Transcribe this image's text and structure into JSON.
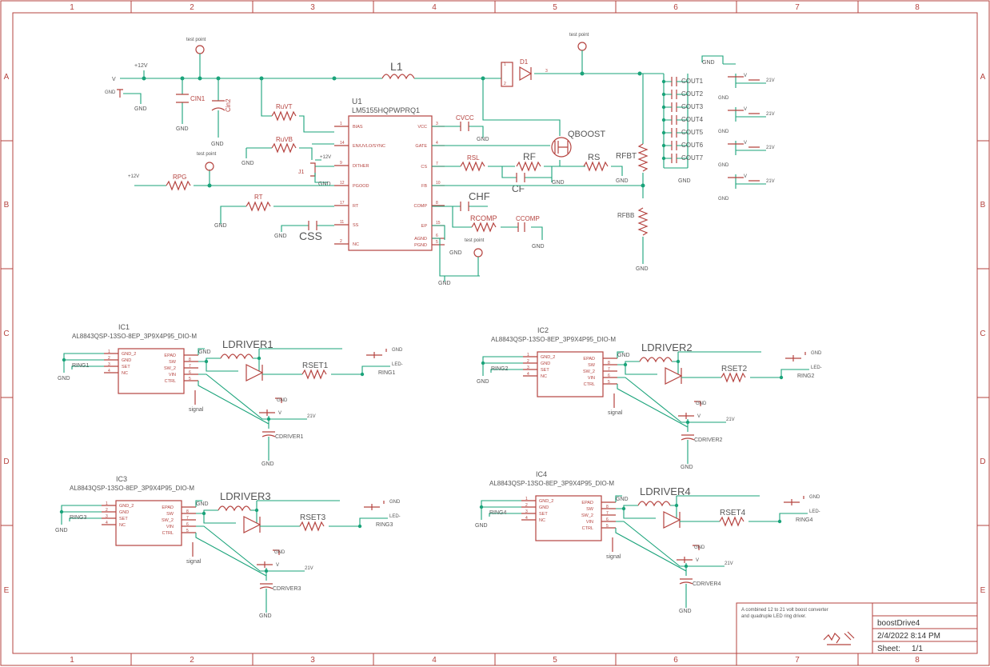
{
  "frame": {
    "columns": [
      "1",
      "2",
      "3",
      "4",
      "5",
      "6",
      "7",
      "8"
    ],
    "rows": [
      "A",
      "B",
      "C",
      "D",
      "E"
    ]
  },
  "labels": {
    "test_point": "test point",
    "gnd": "GND",
    "v12": "+12V",
    "v21": "21V",
    "v_sym": "V",
    "led_minus": "LED-",
    "signal": "signal"
  },
  "top": {
    "l1": "L1",
    "d1": "D1",
    "u1_name": "U1",
    "u1_part": "LM5155HQPWPRQ1",
    "u1_pins_left": [
      "BIAS",
      "EN/UVLO/SYNC",
      "DITHER",
      "PGOOD",
      "RT",
      "SS",
      "NC"
    ],
    "u1_pinnum_left": [
      "1",
      "14",
      "9",
      "12",
      "17",
      "11",
      "2"
    ],
    "u1_pins_right": [
      "VCC",
      "GATE",
      "CS",
      "FB",
      "COMP",
      "EP",
      "AGND",
      "PGND"
    ],
    "u1_pinnum_right": [
      "3",
      "4",
      "7",
      "10",
      "8",
      "15",
      "6",
      "5"
    ],
    "cin1": "CIN1",
    "cin2": "Cin2",
    "ruvt": "RuVT",
    "ruvb": "RuVB",
    "j1": "J1",
    "rpg": "RPG",
    "rt": "RT",
    "css": "CSS",
    "cvcc": "CVCC",
    "rsl": "RSL",
    "rf": "RF",
    "cf": "CF",
    "rs": "RS",
    "qboost": "QBOOST",
    "chf": "CHF",
    "rcomp": "RCOMP",
    "ccomp": "CCOMP",
    "rfbt": "RFBT",
    "rfbb": "RFBB",
    "couts": [
      "COUT1",
      "COUT2",
      "COUT3",
      "COUT4",
      "COUT5",
      "COUT6",
      "COUT7"
    ]
  },
  "drivers": [
    {
      "ic": "IC1",
      "part": "AL8843QSP-13SO-8EP_3P9X4P95_DIO-M",
      "ldriver": "LDRIVER1",
      "rset": "RSET1",
      "cdriver": "CDRIVER1",
      "ring": "RING1"
    },
    {
      "ic": "IC2",
      "part": "AL8843QSP-13SO-8EP_3P9X4P95_DIO-M",
      "ldriver": "LDRIVER2",
      "rset": "RSET2",
      "cdriver": "CDRIVER2",
      "ring": "RING2"
    },
    {
      "ic": "IC3",
      "part": "AL8843QSP-13SO-8EP_3P9X4P95_DIO-M",
      "ldriver": "LDRIVER3",
      "rset": "RSET3",
      "cdriver": "CDRIVER3",
      "ring": "RING3"
    },
    {
      "ic": "IC4",
      "part": "AL8843QSP-13SO-8EP_3P9X4P95_DIO-M",
      "ldriver": "LDRIVER4",
      "rset": "RSET4",
      "cdriver": "CDRIVER4",
      "ring": "RING4"
    }
  ],
  "driver_pins_left": [
    "GND_2",
    "GND",
    "SET",
    "NC"
  ],
  "driver_pinnum_left": [
    "1",
    "2",
    "3",
    "4"
  ],
  "driver_pins_right": [
    "EPAD",
    "SW",
    "SW_2",
    "VIN",
    "CTRL"
  ],
  "driver_pinnum_right": [
    "",
    "8",
    "7",
    "6",
    "5"
  ],
  "title_block": {
    "description_line1": "A combined 12 to 21 volt boost converter",
    "description_line2": "and quadruple LED ring driver.",
    "name": "boostDrive4",
    "date": "2/4/2022 8:14 PM",
    "sheet_label": "Sheet:",
    "sheet_value": "1/1"
  },
  "colors": {
    "frame": "#b5433f",
    "wire": "#1aa37a",
    "text": "#555555"
  }
}
